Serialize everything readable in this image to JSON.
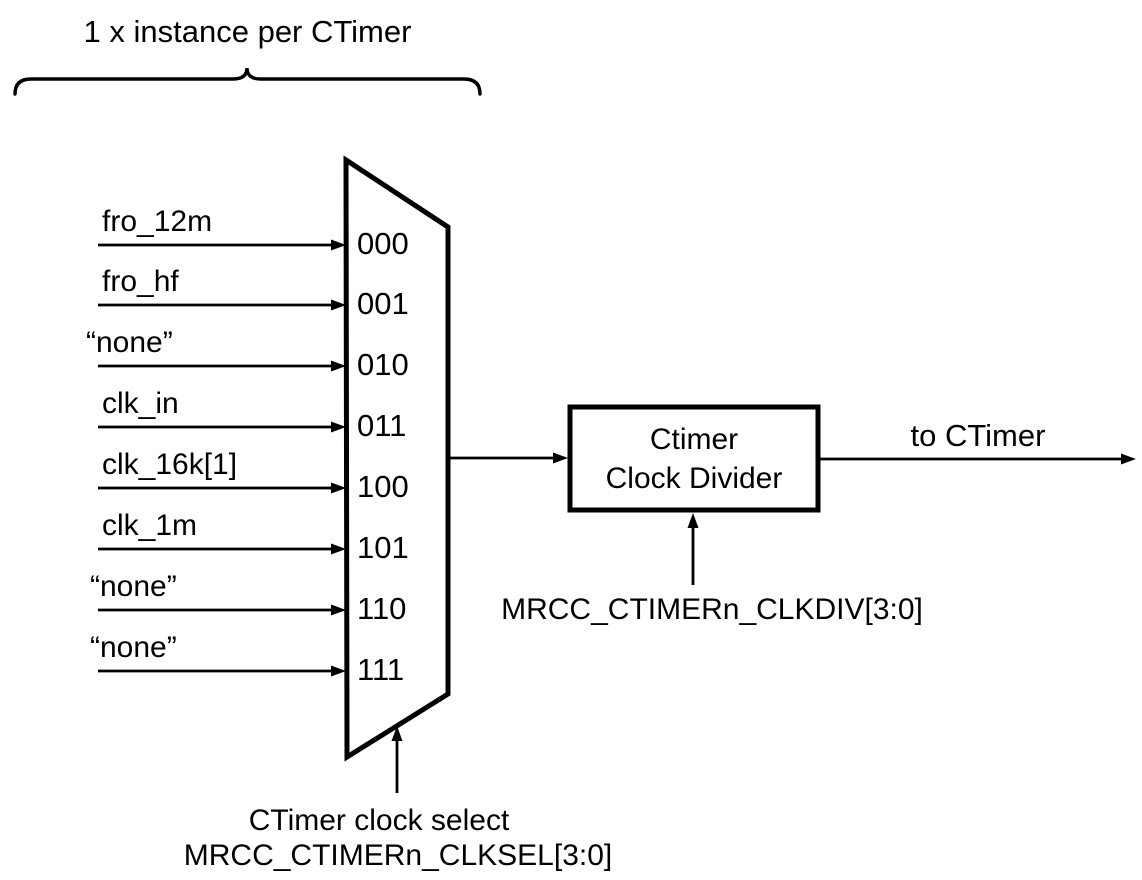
{
  "header": {
    "title": "1 x instance per CTimer"
  },
  "mux": {
    "inputs": [
      {
        "label": "fro_12m",
        "code": "000"
      },
      {
        "label": "fro_hf",
        "code": "001"
      },
      {
        "label": "“none”",
        "code": "010"
      },
      {
        "label": "clk_in",
        "code": "011"
      },
      {
        "label": "clk_16k[1]",
        "code": "100"
      },
      {
        "label": "clk_1m",
        "code": "101"
      },
      {
        "label": "“none”",
        "code": "110"
      },
      {
        "label": "“none”",
        "code": "111"
      }
    ],
    "select_caption": "CTimer clock select",
    "select_register": "MRCC_CTIMERn_CLKSEL[3:0]"
  },
  "divider": {
    "label_line1": "Ctimer",
    "label_line2": "Clock Divider",
    "register": "MRCC_CTIMERn_CLKDIV[3:0]"
  },
  "output": {
    "label": "to CTimer"
  },
  "colors": {
    "ink": "#000000",
    "background": "#ffffff"
  }
}
